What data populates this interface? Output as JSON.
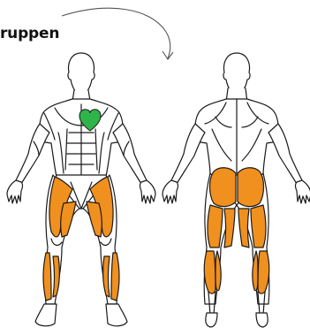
{
  "title": "ruppen",
  "colors": {
    "muscle_primary": "#F0901E",
    "muscle_heart": "#2FB44A",
    "outline": "#1a1a1a",
    "body_fill": "#ffffff"
  },
  "figures": [
    {
      "view": "front",
      "highlighted": [
        "heart",
        "quadriceps",
        "tibialis-anterior"
      ]
    },
    {
      "view": "back",
      "highlighted": [
        "gluteus",
        "hamstrings",
        "calves"
      ]
    }
  ]
}
